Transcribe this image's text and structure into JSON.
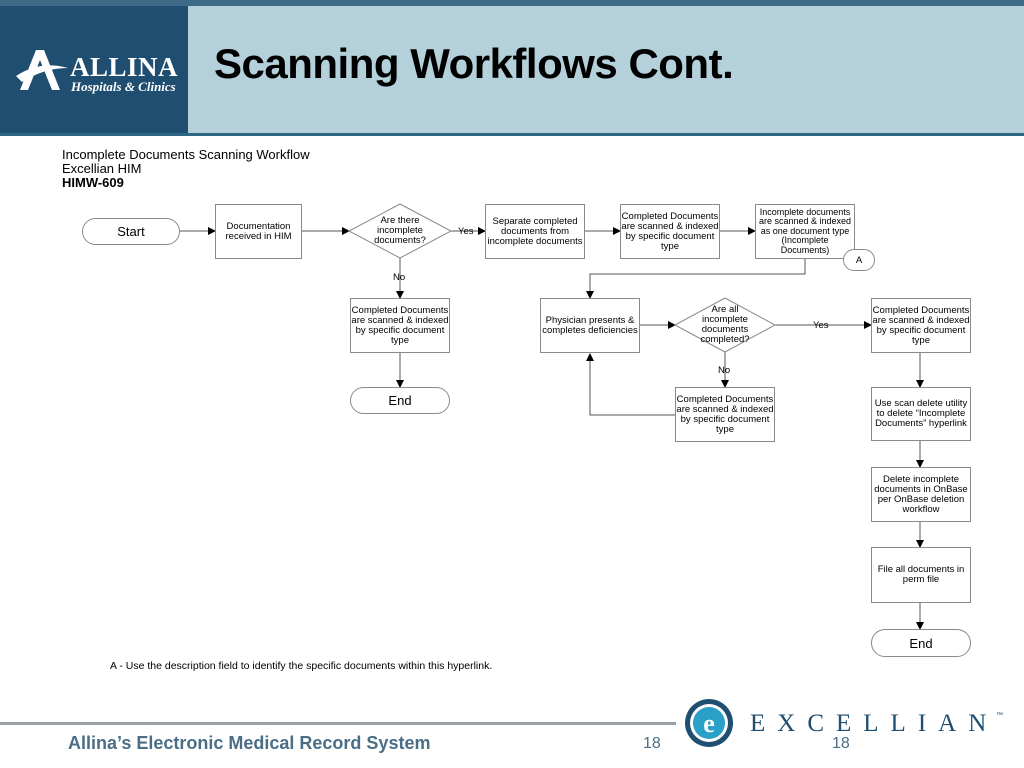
{
  "slide": {
    "title": "Scanning Workflows Cont.",
    "logo": {
      "name": "ALLINA",
      "subtitle": "Hospitals & Clinics"
    },
    "header_lines": [
      "Incomplete Documents Scanning Workflow",
      "Excellian HIM",
      "HIMW-609"
    ],
    "footer": "Allina’s Electronic Medical Record System",
    "page_left": "18",
    "page_right": "18",
    "brand": {
      "name": "EXCELLIAN",
      "mark": "e",
      "tm": "™"
    },
    "colors": {
      "header_dark": "#1f4e70",
      "header_light": "#b4d0da",
      "rule": "#2e6785",
      "footer_text": "#4a6e86"
    }
  },
  "flow": {
    "start": "Start",
    "doc_received": "Documentation received in HIM",
    "decision_incomplete": "Are there incomplete documents?",
    "yes1": "Yes",
    "no1": "No",
    "separate": "Separate completed documents from incomplete documents",
    "completed_scan": "Completed Documents are scanned & indexed by specific document type",
    "incomplete_scan": "Incomplete documents are scanned & indexed as one document type (Incomplete Documents)",
    "connector_a": "A",
    "completed_scan_left": "Completed Documents are scanned & indexed by specific document type",
    "end_left": "End",
    "physician": "Physician presents & completes deficiencies",
    "decision_all": "Are all incomplete documents completed?",
    "yes2": "Yes",
    "no2": "No",
    "completed_scan_mid": "Completed Documents are scanned & indexed by specific document type",
    "completed_scan_right": "Completed Documents are scanned & indexed by specific document type",
    "scan_delete": "Use scan delete utility to delete “Incomplete Documents” hyperlink",
    "delete_onbase": "Delete incomplete documents in OnBase per OnBase deletion workflow",
    "file_all": "File all documents in perm file",
    "end_right": "End",
    "note": "A - Use the description field to identify the specific documents within this hyperlink."
  }
}
